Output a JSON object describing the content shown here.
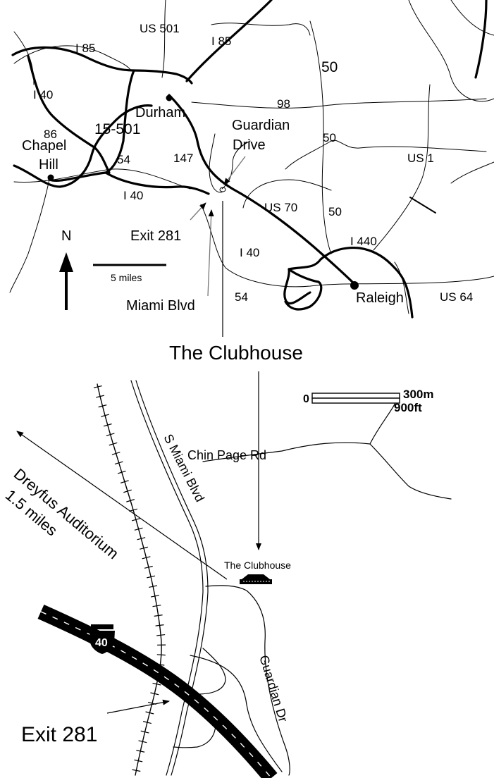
{
  "overview": {
    "routes": {
      "us501_top": "US 501",
      "i85_left": "I 85",
      "i85_right": "I 85",
      "r50_top": "50",
      "i40_left": "I 40",
      "r98": "98",
      "r86": "86",
      "r1501": "15-501",
      "r50_mid": "50",
      "us1": "US 1",
      "r54_left": "54",
      "r147": "147",
      "i40_mid": "I 40",
      "us70": "US 70",
      "r50_low": "50",
      "i440": "I 440",
      "i40_low": "I 40",
      "r54_low": "54",
      "us64": "US 64"
    },
    "cities": {
      "durham": "Durham",
      "chapel": "Chapel",
      "hill": "Hill",
      "raleigh": "Raleigh"
    },
    "callouts": {
      "guardian1": "Guardian",
      "guardian2": "Drive",
      "exit": "Exit 281",
      "miami": "Miami Blvd"
    },
    "north": "N",
    "scale": "5 miles"
  },
  "clubhouse_title": "The Clubhouse",
  "detail": {
    "scale_zero": "0",
    "scale_m": "300m",
    "scale_ft": "900ft",
    "chin_page": "Chin Page Rd",
    "miami": "S Miami Blvd",
    "dreyfus1": "Dreyfus Auditorium",
    "dreyfus2": "1.5 miles",
    "clubhouse": "The Clubhouse",
    "shield": "40",
    "guardian": "Guardian Dr",
    "exit": "Exit 281"
  }
}
